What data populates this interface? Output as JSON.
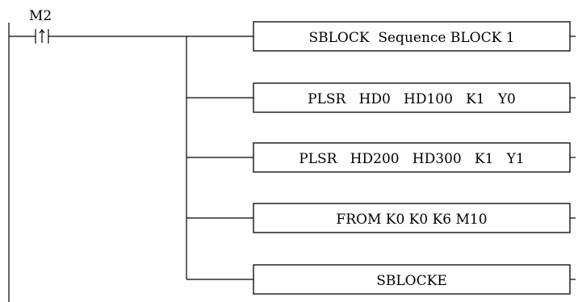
{
  "diagram": {
    "contact": {
      "label": "M2",
      "symbol": "rising-edge-contact-icon"
    },
    "instructions": [
      {
        "text": "SBLOCK  Sequence BLOCK 1"
      },
      {
        "text": "PLSR   HD0   HD100   K1   Y0"
      },
      {
        "text": "PLSR   HD200   HD300   K1   Y1"
      },
      {
        "text": "FROM K0 K0 K6 M10"
      },
      {
        "text": "SBLOCKE"
      }
    ]
  }
}
